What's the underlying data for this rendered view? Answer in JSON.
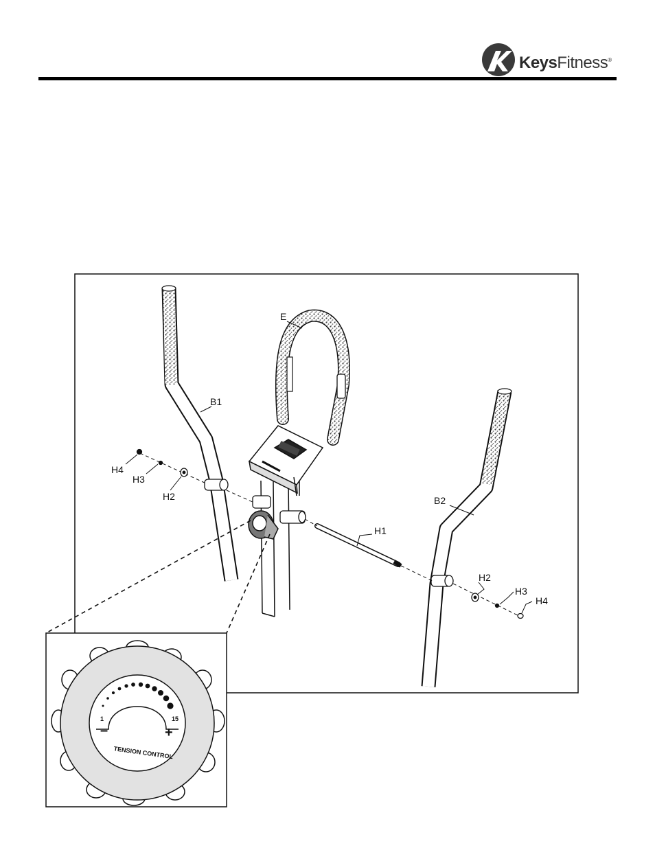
{
  "header": {
    "brand_strong": "Keys",
    "brand_rest": "Fitness",
    "brand_mark": "®"
  },
  "parts": {
    "E": "E",
    "B1": "B1",
    "B2": "B2",
    "H1": "H1",
    "H2_left": "H2",
    "H3_left": "H3",
    "H4_left": "H4",
    "H2_right": "H2",
    "H3_right": "H3",
    "H4_right": "H4"
  },
  "dial": {
    "minus": "–",
    "plus": "+",
    "min_level": "1",
    "max_level": "15",
    "caption": "TENSION CONTROL"
  },
  "colors": {
    "line": "#111111",
    "foam": "#555555"
  }
}
